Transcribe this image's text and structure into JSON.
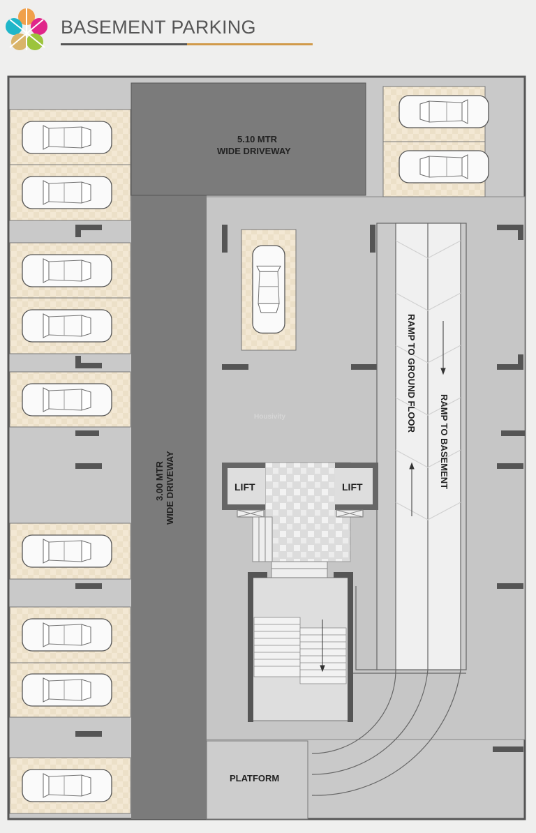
{
  "header": {
    "title": "BASEMENT PARKING"
  },
  "colors": {
    "accent_dark": "#555555",
    "accent_gold": "#d19a4a",
    "floor": "#c8c8c8",
    "driveway": "#7b7b7b",
    "parking_slot": "#f3e8d4"
  },
  "plan": {
    "top_driveway": {
      "line1": "5.10 MTR",
      "line2": "WIDE DRIVEWAY"
    },
    "side_driveway": {
      "line1": "3.00 MTR",
      "line2": "WIDE DRIVEWAY"
    },
    "ramp_up": "RAMP TO GROUND FLOOR",
    "ramp_down": "RAMP TO BASEMENT",
    "lift_left": "LIFT",
    "lift_right": "LIFT",
    "platform": "PLATFORM",
    "watermark": "Housivity"
  }
}
